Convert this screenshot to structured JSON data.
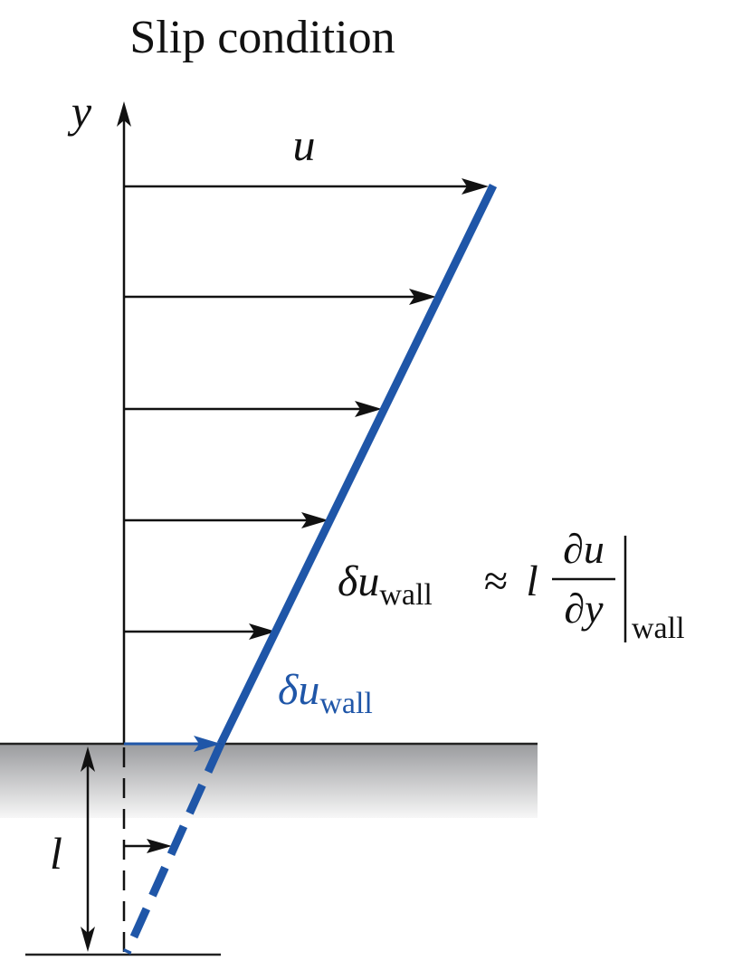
{
  "title": "Slip condition",
  "labels": {
    "y_axis": "y",
    "velocity": "u",
    "slip_length": "l",
    "slip_velocity": {
      "delta": "δ",
      "u": "u",
      "subscript": "wall"
    },
    "formula": {
      "delta": "δ",
      "u": "u",
      "subscript": "wall",
      "approx": "≈",
      "l": "l",
      "numerator": "∂u",
      "denominator": "∂y",
      "eval_subscript": "wall"
    }
  },
  "colors": {
    "profile": "#1f56a8",
    "ink": "#111111",
    "wall_top": "#9a9b9e",
    "wall_bottom": "#f7f7f7"
  }
}
